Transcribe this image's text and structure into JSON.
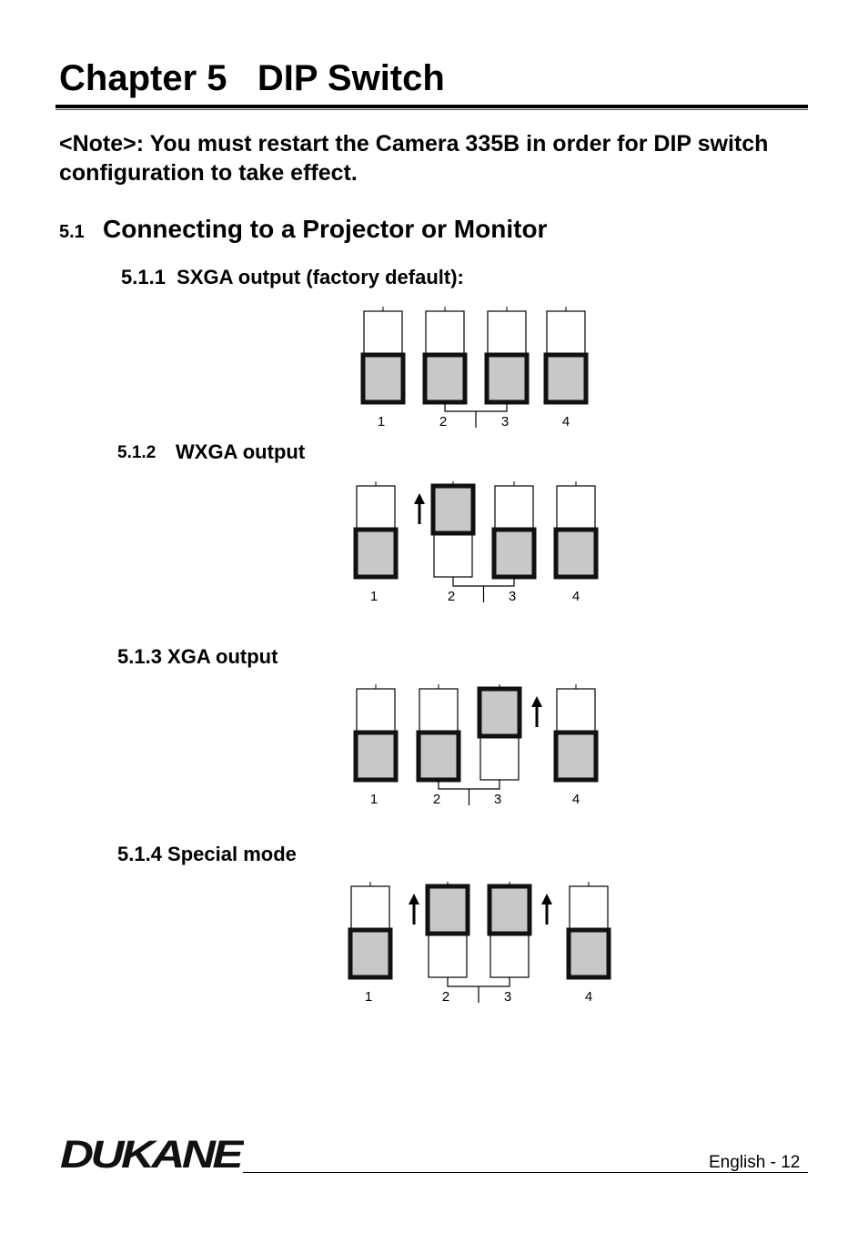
{
  "header": {
    "title": "Chapter 5   DIP Switch"
  },
  "note": "<Note>: You must restart the Camera 335B in order for DIP switch configuration to take effect.",
  "section": {
    "number": "5.1",
    "title": "Connecting to a Projector or Monitor"
  },
  "subsections": [
    {
      "label": "5.1.1  SXGA output (factory default):",
      "switches": [
        "down",
        "down",
        "down",
        "down"
      ]
    },
    {
      "number": "5.1.2",
      "title": "WXGA output",
      "switches": [
        "down",
        "up",
        "down",
        "down"
      ]
    },
    {
      "label": "5.1.3 XGA output",
      "switches": [
        "down",
        "down",
        "up",
        "down"
      ]
    },
    {
      "label": "5.1.4 Special mode",
      "switches": [
        "down",
        "up",
        "up",
        "down"
      ]
    }
  ],
  "switch_numbers": [
    "1",
    "2",
    "3",
    "4"
  ],
  "footer": {
    "brand": "DUKANE",
    "page": "English - 12"
  }
}
